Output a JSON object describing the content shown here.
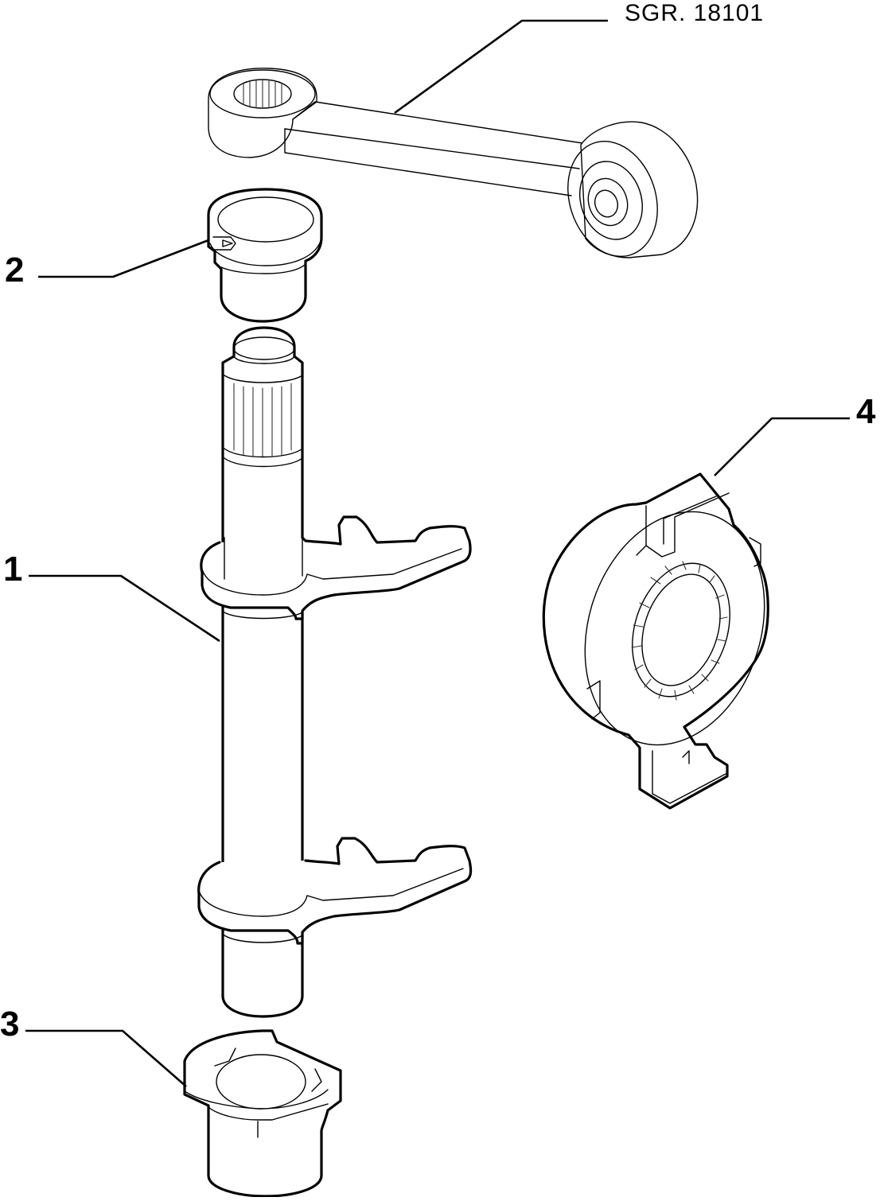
{
  "reference": {
    "text": "SGR. 18101"
  },
  "callouts": [
    {
      "id": "1",
      "text": "1"
    },
    {
      "id": "2",
      "text": "2"
    },
    {
      "id": "3",
      "text": "3"
    },
    {
      "id": "4",
      "text": "4"
    }
  ]
}
